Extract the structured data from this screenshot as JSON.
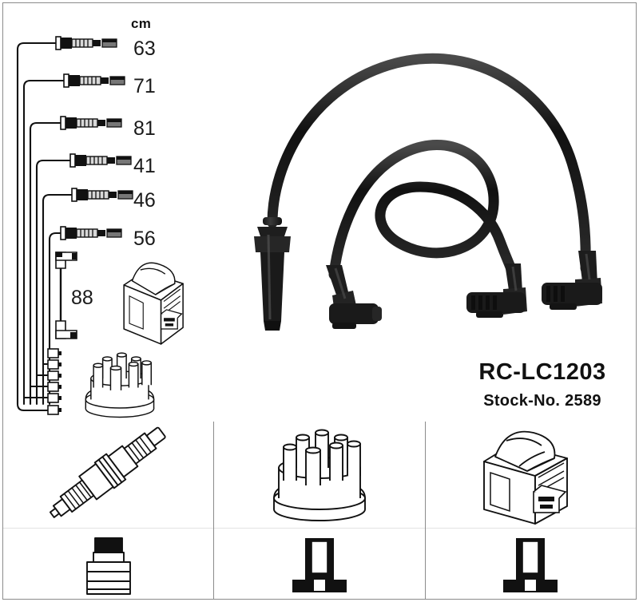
{
  "product": {
    "code": "RC-LC1203",
    "stock_label": "Stock-No. 2589"
  },
  "measurements": {
    "unit_header": "cm",
    "cable_lengths": [
      "63",
      "71",
      "81",
      "41",
      "46",
      "56"
    ],
    "coil_lead_length": "88"
  },
  "diagram": {
    "schematic_name": "ignition-cable-set-schematic",
    "photo_name": "ignition-cable-photo",
    "components": [
      "spark-plug-boot-connector",
      "distributor-cap",
      "ignition-coil"
    ]
  },
  "panels": [
    {
      "name": "spark-plug",
      "top_part": "spark-plug",
      "bottom_part": "spark-plug-connector-boot"
    },
    {
      "name": "distributor-cap",
      "top_part": "distributor-cap",
      "bottom_part": "distributor-connector-terminal"
    },
    {
      "name": "ignition-coil",
      "top_part": "ignition-coil",
      "bottom_part": "coil-connector-terminal"
    }
  ],
  "colors": {
    "ink": "#111111",
    "frame": "#8b8b8b",
    "background": "#ffffff",
    "cable_black": "#1a1a1a"
  }
}
